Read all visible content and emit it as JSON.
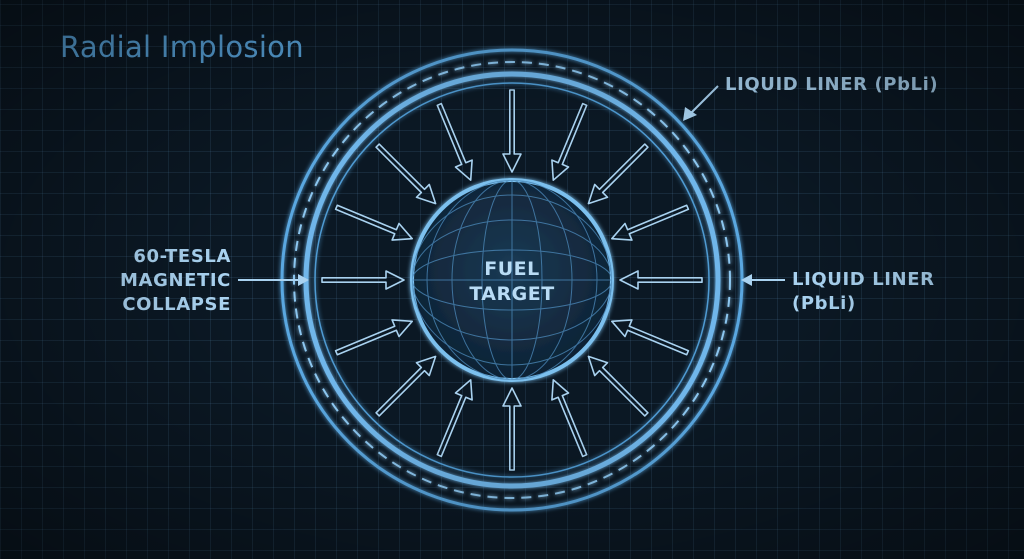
{
  "title": "Radial Implosion",
  "labels": {
    "liquid_liner_top": "LIQUID LINER (PbLi)",
    "liquid_liner_right_line1": "LIQUID LINER",
    "liquid_liner_right_line2": "(PbLi)",
    "magnetic_line1": "60-TESLA",
    "magnetic_line2": "MAGNETIC",
    "magnetic_line3": "COLLAPSE",
    "fuel_line1": "FUEL",
    "fuel_line2": "TARGET"
  },
  "colors": {
    "background": "#0b1824",
    "ring": "#5aa7e0",
    "ring_bright": "#6fb6ea",
    "label": "#a9d2f0",
    "title": "#5aa7e0"
  },
  "inward_arrow_count": 16
}
